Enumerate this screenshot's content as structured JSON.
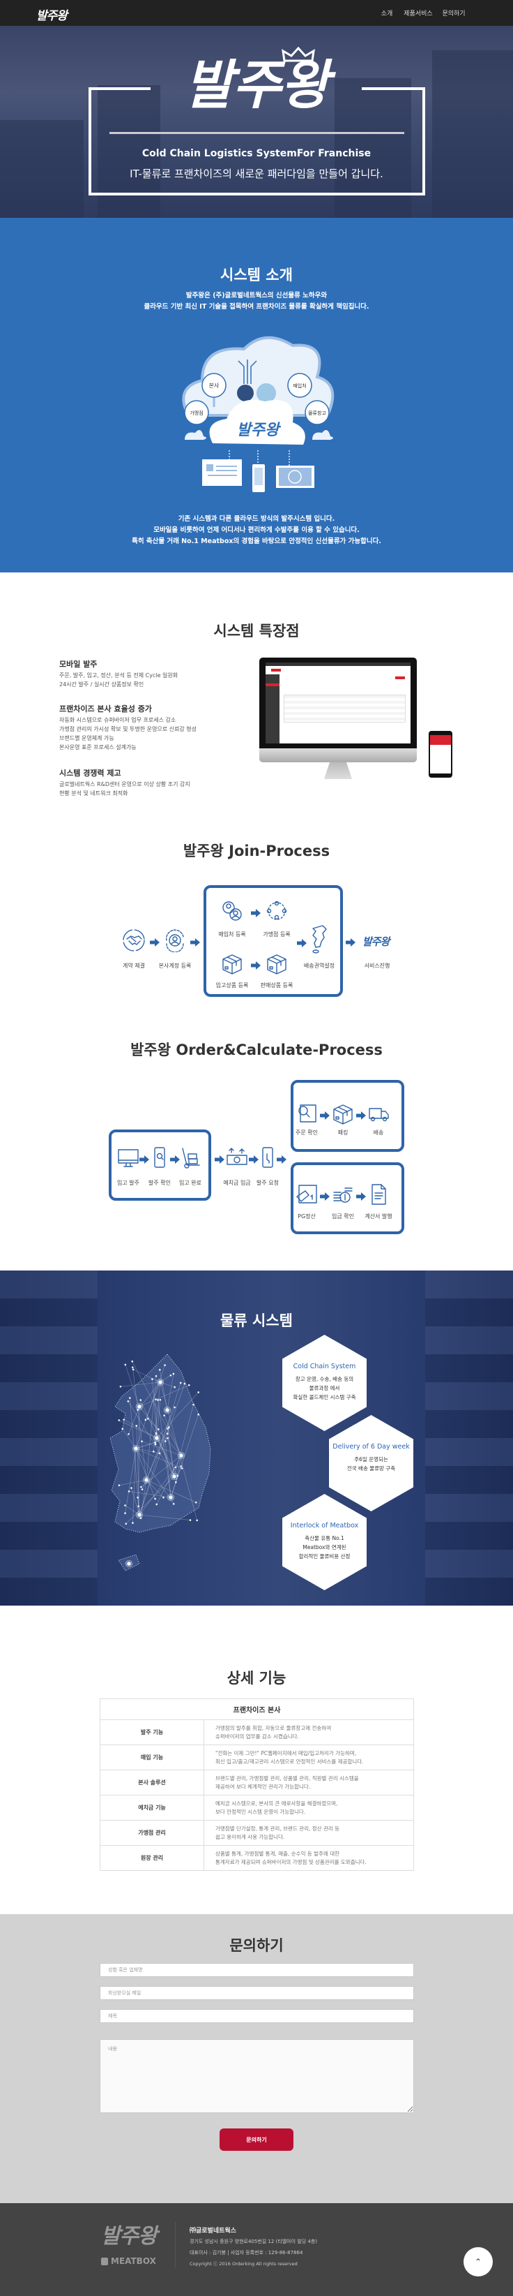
{
  "header": {
    "logo": "발주왕",
    "nav": [
      "소개",
      "제품서비스",
      "문의하기"
    ]
  },
  "hero": {
    "logo": "발주왕",
    "subtitle_en": "Cold Chain Logistics SystemFor Franchise",
    "subtitle_ko": "IT-물류로 프랜차이즈의 새로운 패러다임을 만들어 갑니다."
  },
  "intro": {
    "title": "시스템 소개",
    "desc": [
      "발주왕은 (주)글로벌네트웍스의 신선물류 노하우와",
      "클라우드 기반 최신 IT 기술을 접목하여 프랜차이즈 물류를 확실하게 책임집니다."
    ],
    "diagram": {
      "nodes": [
        "본사",
        "매입처",
        "가맹점",
        "물류창고"
      ],
      "logo": "발주왕"
    },
    "body": [
      "기존 시스템과 다른 클라우드 방식의 발주시스템 입니다.",
      "모바일을 비롯하여 언제 어디서나 편리하게 수발주를 이용 할 수 있습니다.",
      "특히 축산물 거래 No.1 Meatbox의 경험을 바탕으로 안정적인 신선물류가 가능합니다."
    ]
  },
  "features": {
    "title": "시스템 특장점",
    "groups": [
      {
        "title": "모바일 발주",
        "lines": [
          "주문, 발주, 입고, 정산, 분석 등 전체 Cycle 일원화",
          "24시간 발주 / 실시간 상품정보 확인"
        ]
      },
      {
        "title": "프랜차이즈 본사 효율성 증가",
        "lines": [
          "자동화 시스템으로 슈퍼바이저 업무 프로세스 감소",
          "가맹점 관리의 가시성 확보 및 투명한 운영으로 신뢰감 형성",
          "브랜드별 운영체계 가능",
          "본사운영 표준 프로세스 설계가능"
        ]
      },
      {
        "title": "시스템 경쟁력 제고",
        "lines": [
          "글로벌네트웍스 R&D센터 운영으로 이상 상황 조기 감지",
          "현황 분석 및 네트워크 최적화"
        ]
      }
    ]
  },
  "join": {
    "title": "발주왕 Join-Process",
    "pre": [
      "계약 체결",
      "본사계정 등록"
    ],
    "box": [
      "매입처 등록",
      "가맹점 등록",
      "입고상품 등록",
      "판매상품 등록"
    ],
    "region": "배송권역설정",
    "final": "서비스진행",
    "logo": "발주왕"
  },
  "order": {
    "title": "발주왕 Order&Calculate-Process",
    "left": [
      "입고 발주",
      "발주 확인",
      "입고 완료"
    ],
    "middle": [
      "예치금 입금",
      "발주 요청"
    ],
    "top": [
      "주문 확인",
      "패킹",
      "배송"
    ],
    "bottom": [
      "PG정산",
      "입금 확인",
      "계산서 발행"
    ]
  },
  "logistics": {
    "title": "물류 시스템",
    "hexes": [
      {
        "title": "Cold Chain System",
        "lines": [
          "창고 운영, 수송, 배송 등의",
          "물류과정 에서",
          "확실한 콜드체인 시스템 구축"
        ]
      },
      {
        "title": "Delivery of 6 Day week",
        "lines": [
          "주6일 운영되는",
          "전국 배송 물류망 구축"
        ]
      },
      {
        "title": "Interlock of Meatbox",
        "lines": [
          "축산물 유통 No.1",
          "Meatbox와 연계된",
          "합리적인 물류비용 산정"
        ]
      }
    ]
  },
  "detail": {
    "title": "상세 기능",
    "table_header": "프랜차이즈 본사",
    "rows": [
      {
        "label": "발주 기능",
        "lines": [
          "가맹점의 발주를 취합, 자동으로 물류창고에 전송하여",
          "슈퍼바이저의 업무를 감소 시켰습니다."
        ]
      },
      {
        "label": "매입 기능",
        "lines": [
          "\"전화는 이제 그만!\" PC웹페이지에서 매입/입고처리가 가능하며,",
          "최신 입고/출고/재고관리 시스템으로 안정적인 서비스를 제공합니다."
        ]
      },
      {
        "label": "본사 솔루션",
        "lines": [
          "브랜드별 관리, 가맹점별 관리, 상품별 관리, 직원별 관리 시스템을",
          "제공하여 보다 체계적인 관리가 가능합니다."
        ]
      },
      {
        "label": "예치금 기능",
        "lines": [
          "예치금 시스템으로, 본사의 큰 애로사항을 해결하였으며,",
          "보다 안정적인 시스템 운영이 가능합니다."
        ]
      },
      {
        "label": "가맹점 관리",
        "lines": [
          "가맹점별 단가설정, 통계 관리, 브랜드 관리, 정산 관리 등",
          "쉽고 용이하게 사용 가능합니다."
        ]
      },
      {
        "label": "원장 관리",
        "lines": [
          "상품별 통계, 가맹점별 통계, 매출, 순수익 등 발주에 대한",
          "통계자료가 제공되며 슈퍼바이저의 가맹점 및 상품관리를 도와줍니다."
        ]
      }
    ]
  },
  "contact": {
    "title": "문의하기",
    "placeholders": {
      "name": "성함 혹은 업체명",
      "email": "회신받으실 메일",
      "subject": "제목",
      "content": "내용"
    },
    "submit": "문의하기"
  },
  "footer": {
    "logo": "발주왕",
    "brand": "MEATBOX",
    "company": "㈜글로벌네트웍스",
    "address": "경기도 성남시 중원구 양현로405번길 12 (티엘아이 빌딩 4층)",
    "ceo_reg": "대표이사 : 김기봉 | 사업자 등록번호 : 129-86-87864",
    "copyright": "Copyright ⓒ 2016 Orderking All rights reserved",
    "top_icon": "chevron-up-icon"
  },
  "colors": {
    "header": "#222222",
    "intro_bg": "#2f6fb8",
    "process_blue": "#2e64a8",
    "logistics_bg": "#2b3f72",
    "contact_bg": "#d2d2d2",
    "submit": "#b91032",
    "footer": "#444444"
  }
}
